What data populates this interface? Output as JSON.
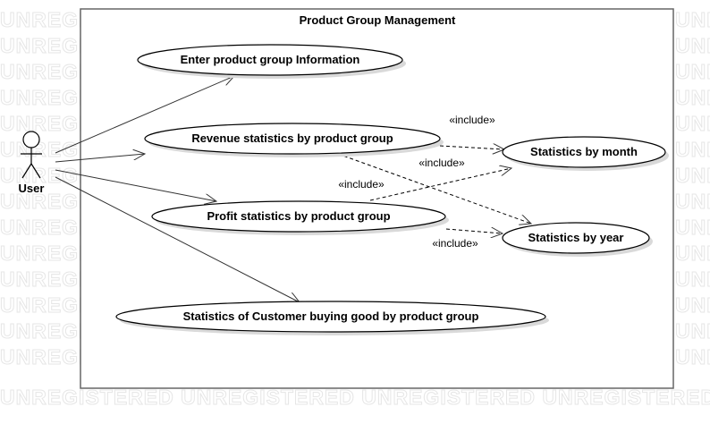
{
  "watermark": {
    "text": "UNREGISTERED",
    "bottom_text": "UNREGISTERED UNREGISTERED UNREGISTERED UNREGISTERED"
  },
  "system": {
    "title": "Product Group Management"
  },
  "actor": {
    "label": "User"
  },
  "use_cases": [
    {
      "id": "enter",
      "label": "Enter product group Information"
    },
    {
      "id": "revenue",
      "label": "Revenue statistics by product group"
    },
    {
      "id": "month",
      "label": "Statistics by month"
    },
    {
      "id": "profit",
      "label": "Profit statistics by product group"
    },
    {
      "id": "year",
      "label": "Statistics by year"
    },
    {
      "id": "customer",
      "label": "Statistics of Customer buying good by product group"
    }
  ],
  "associations": [
    {
      "from": "User",
      "to": "enter"
    },
    {
      "from": "User",
      "to": "revenue"
    },
    {
      "from": "User",
      "to": "profit"
    },
    {
      "from": "User",
      "to": "customer"
    }
  ],
  "includes": [
    {
      "from": "revenue",
      "to": "month",
      "label": "«include»"
    },
    {
      "from": "revenue",
      "to": "year",
      "label": "«include»"
    },
    {
      "from": "profit",
      "to": "month",
      "label": "«include»"
    },
    {
      "from": "profit",
      "to": "year",
      "label": "«include»"
    }
  ]
}
